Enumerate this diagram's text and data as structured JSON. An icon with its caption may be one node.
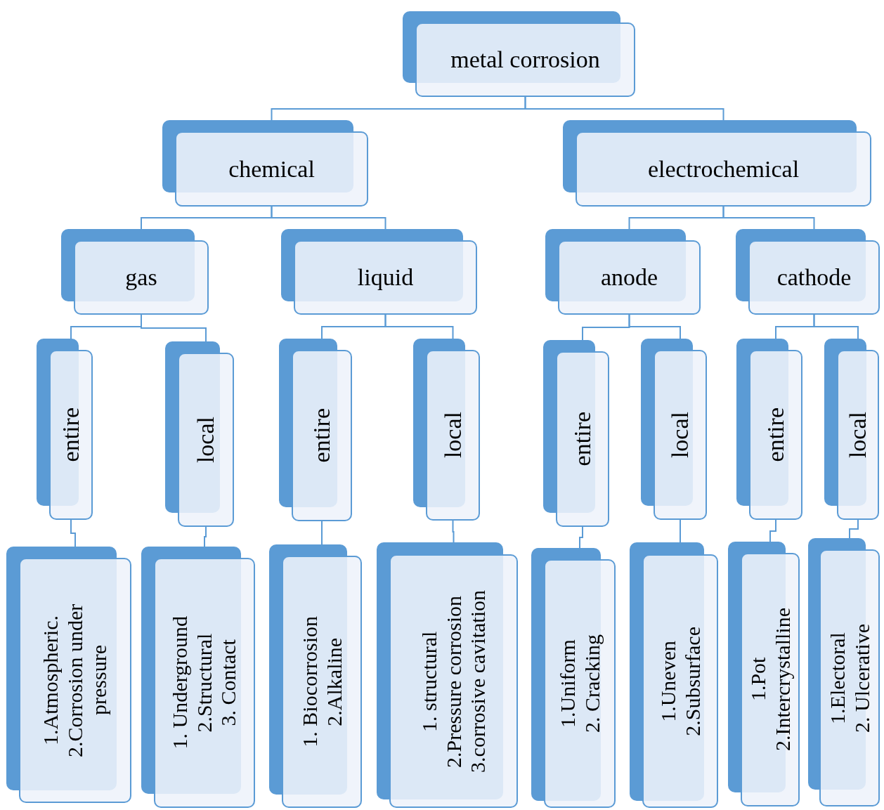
{
  "diagram": {
    "nodes": [
      {
        "text": [
          "metal corrosion"
        ]
      },
      {
        "text": [
          "chemical"
        ]
      },
      {
        "text": [
          "electrochemical"
        ]
      },
      {
        "text": [
          "gas"
        ]
      },
      {
        "text": [
          "liquid"
        ]
      },
      {
        "text": [
          "anode"
        ]
      },
      {
        "text": [
          "cathode"
        ]
      },
      {
        "text": [
          "entire"
        ]
      },
      {
        "text": [
          "local"
        ]
      },
      {
        "text": [
          "entire"
        ]
      },
      {
        "text": [
          "local"
        ]
      },
      {
        "text": [
          "entire"
        ]
      },
      {
        "text": [
          "local"
        ]
      },
      {
        "text": [
          "entire"
        ]
      },
      {
        "text": [
          "local"
        ]
      },
      {
        "text": [
          "1.Atmospheric.",
          "2.Corrosion under pressure"
        ]
      },
      {
        "text": [
          "1. Underground",
          "2.Structural",
          "3. Contact"
        ]
      },
      {
        "text": [
          "1. Biocorrosion",
          "2.Alkaline"
        ]
      },
      {
        "text": [
          "1. structural",
          "2.Pressure corrosion",
          "3.corrosive cavitation"
        ]
      },
      {
        "text": [
          "1.Uniform",
          "2. Cracking"
        ]
      },
      {
        "text": [
          "1.Uneven",
          "2.Subsurface"
        ]
      },
      {
        "text": [
          "1.Pot",
          "2.Intercrystalline"
        ]
      },
      {
        "text": [
          "1.Electoral",
          "2. Ulcerative"
        ]
      }
    ],
    "edges": [
      {
        "from": 0,
        "to": 1,
        "arrow": "none"
      },
      {
        "from": 0,
        "to": 2,
        "arrow": "none"
      },
      {
        "from": 1,
        "to": 3,
        "arrow": "none"
      },
      {
        "from": 1,
        "to": 4,
        "arrow": "none"
      },
      {
        "from": 2,
        "to": 5,
        "arrow": "none"
      },
      {
        "from": 2,
        "to": 6,
        "arrow": "none"
      },
      {
        "from": 3,
        "to": 7,
        "arrow": "none"
      },
      {
        "from": 3,
        "to": 8,
        "arrow": "none"
      },
      {
        "from": 4,
        "to": 9,
        "arrow": "none"
      },
      {
        "from": 4,
        "to": 10,
        "arrow": "none"
      },
      {
        "from": 5,
        "to": 11,
        "arrow": "none"
      },
      {
        "from": 5,
        "to": 12,
        "arrow": "none"
      },
      {
        "from": 6,
        "to": 13,
        "arrow": "none"
      },
      {
        "from": 6,
        "to": 14,
        "arrow": "none"
      },
      {
        "from": 7,
        "to": 15,
        "arrow": "none"
      },
      {
        "from": 8,
        "to": 16,
        "arrow": "none"
      },
      {
        "from": 9,
        "to": 17,
        "arrow": "none"
      },
      {
        "from": 10,
        "to": 18,
        "arrow": "none"
      },
      {
        "from": 11,
        "to": 19,
        "arrow": "none"
      },
      {
        "from": 12,
        "to": 20,
        "arrow": "none"
      },
      {
        "from": 13,
        "to": 21,
        "arrow": "none"
      },
      {
        "from": 14,
        "to": 22,
        "arrow": "none"
      }
    ]
  }
}
